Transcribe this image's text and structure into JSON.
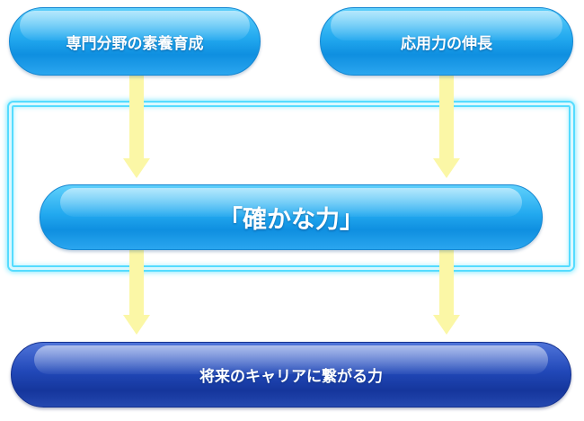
{
  "nodes": {
    "specialized": "専門分野の素養育成",
    "applied": "応用力の伸長",
    "solid": "「確かな力」",
    "career": "将来のキャリアに繋がる力"
  },
  "colors": {
    "light_pill": "#22a9ef",
    "dark_pill": "#2148b8",
    "arrow": "#fbf7a6",
    "frame_glow": "#55dcff"
  }
}
